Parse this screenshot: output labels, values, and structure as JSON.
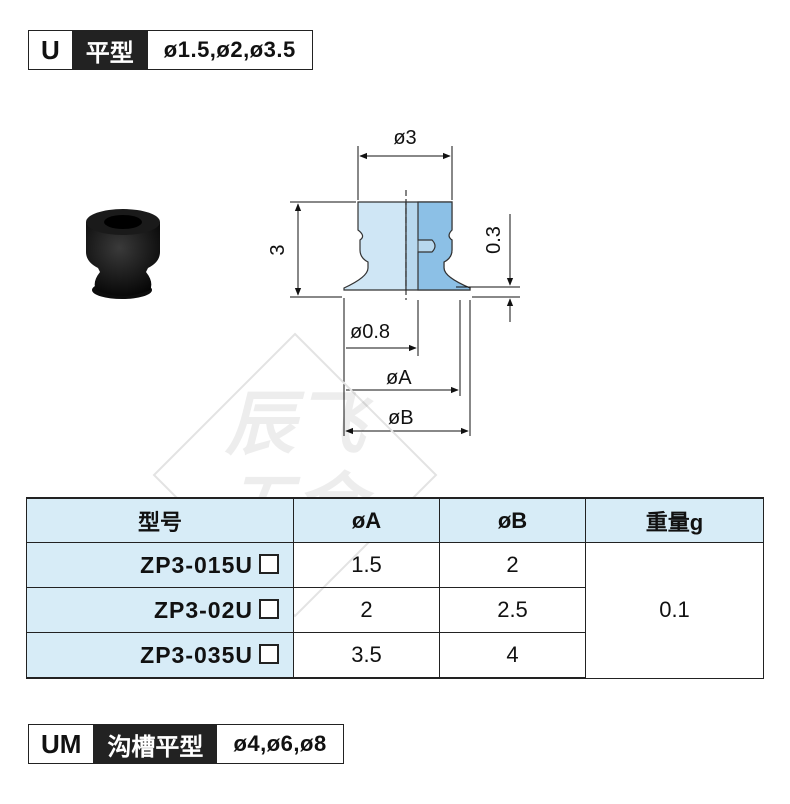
{
  "header_u": {
    "code": "U",
    "name": "平型",
    "sizes": "ø1.5,ø2,ø3.5"
  },
  "diagram": {
    "dim_top": "ø3",
    "dim_height": "3",
    "dim_lip": "0.3",
    "dim_hole": "ø0.8",
    "dim_a": "øA",
    "dim_b": "øB",
    "fill_color": "#b8d8ee",
    "fill_dark": "#8cc0e6"
  },
  "watermark": {
    "line1": "辰飞",
    "line2": "五金"
  },
  "table": {
    "headers": [
      "型号",
      "øA",
      "øB",
      "重量g"
    ],
    "rows": [
      {
        "model": "ZP3-015U",
        "a": "1.5",
        "b": "2"
      },
      {
        "model": "ZP3-02U",
        "a": "2",
        "b": "2.5"
      },
      {
        "model": "ZP3-035U",
        "a": "3.5",
        "b": "4"
      }
    ],
    "weight": "0.1"
  },
  "header_um": {
    "code": "UM",
    "name": "沟槽平型",
    "sizes": "ø4,ø6,ø8"
  },
  "colors": {
    "header_bg": "#d7ecf7",
    "border": "#222222",
    "label_dark": "#222222"
  }
}
